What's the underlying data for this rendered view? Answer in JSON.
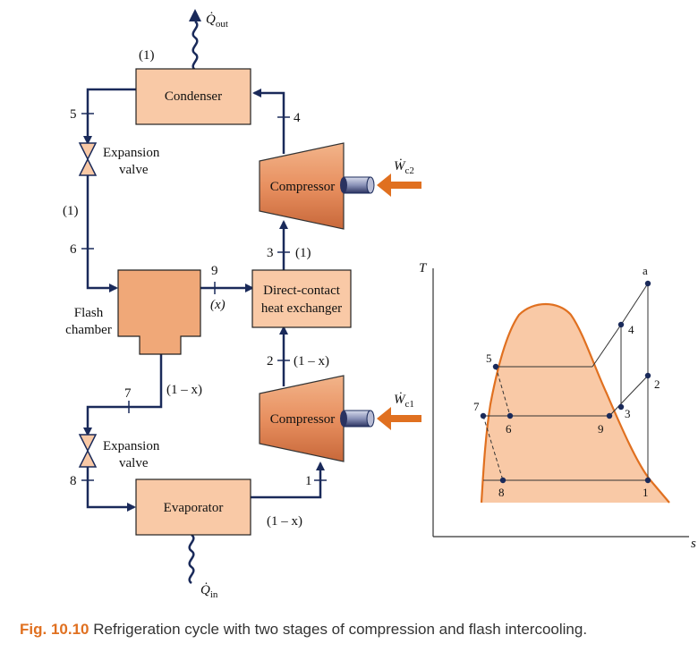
{
  "diagram": {
    "components": {
      "condenser": "Condenser",
      "evaporator": "Evaporator",
      "compressor_high": "Compressor",
      "compressor_low": "Compressor",
      "heat_exchanger_line1": "Direct-contact",
      "heat_exchanger_line2": "heat exchanger",
      "flash_line1": "Flash",
      "flash_line2": "chamber",
      "valve_top_line1": "Expansion",
      "valve_top_line2": "valve",
      "valve_bottom_line1": "Expansion",
      "valve_bottom_line2": "valve"
    },
    "heat_work": {
      "q_out": "Q̇",
      "q_out_sub": "out",
      "q_in": "Q̇",
      "q_in_sub": "in",
      "w_c2": "Ẇ",
      "w_c2_sub": "c2",
      "w_c1": "Ẇ",
      "w_c1_sub": "c1"
    },
    "states": [
      "1",
      "2",
      "3",
      "4",
      "5",
      "6",
      "7",
      "8",
      "9"
    ],
    "flow_labels": {
      "condenser_flow": "(1)",
      "left_flow": "(1)",
      "state3_flow": "(1)",
      "state9_flow": "(x)",
      "state2_flow": "(1 – x)",
      "state7_flow": "(1 – x)",
      "evaporator_flow": "(1 – x)"
    },
    "colors": {
      "component_fill": "#f9c9a6",
      "flash_fill": "#f0a878",
      "compressor_fill": "#e89060",
      "arrow_orange": "#e07020",
      "line_navy": "#1a2a5a",
      "dome_line": "#e07020",
      "dome_fill": "#f9c9a6"
    }
  },
  "ts_diagram": {
    "t_axis_label": "T",
    "s_axis_label": "s",
    "points": [
      "a",
      "4",
      "2",
      "5",
      "7",
      "6",
      "9",
      "3",
      "8",
      "1"
    ]
  },
  "caption": {
    "figure_number": "Fig. 10.10",
    "text": "Refrigeration cycle with two stages of compression and flash intercooling."
  }
}
